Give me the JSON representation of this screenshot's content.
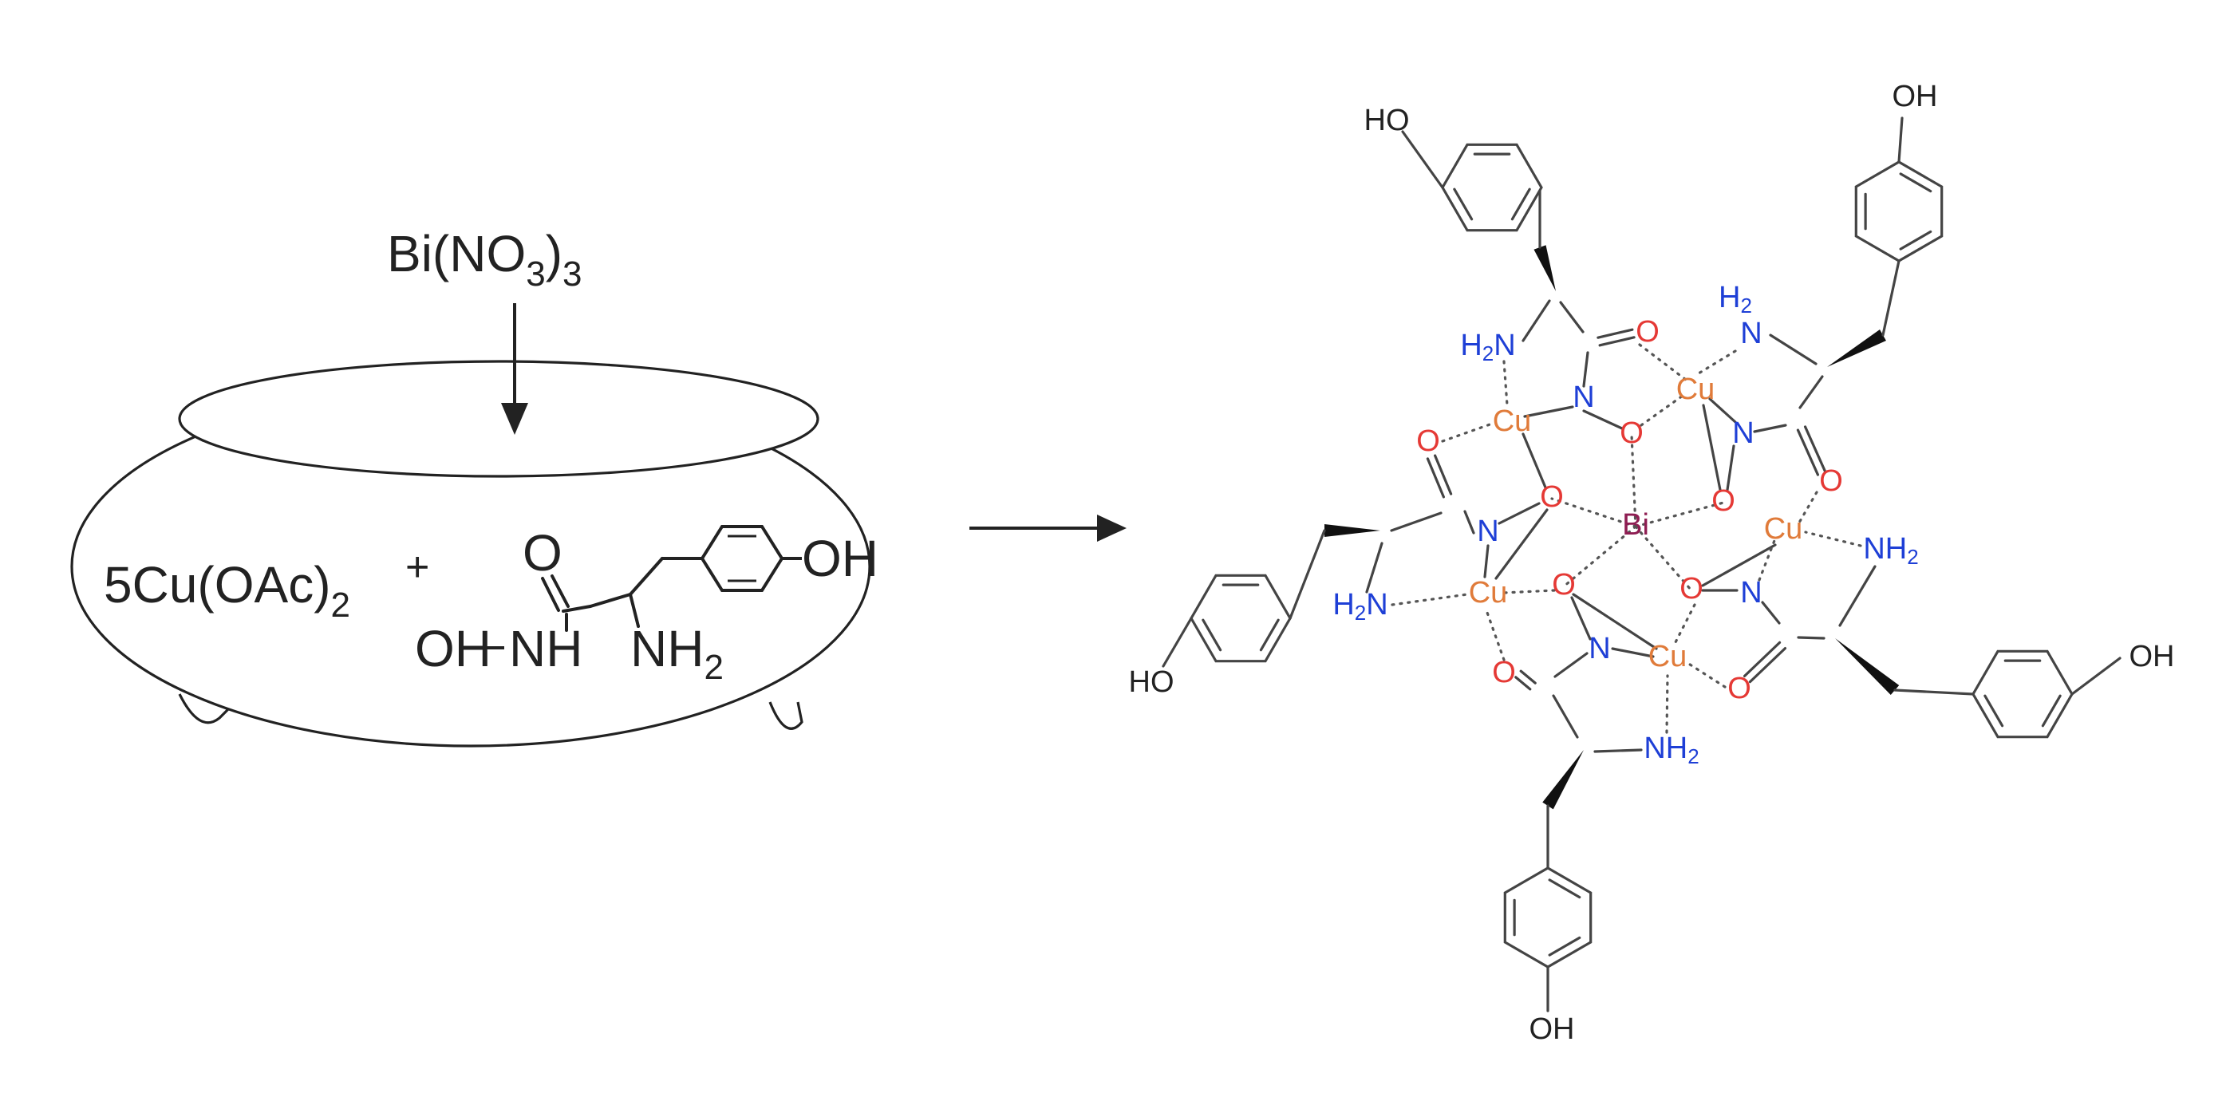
{
  "reagent": {
    "label": "Bi(NO",
    "sub1": "3",
    "close": ")",
    "sub2": "3"
  },
  "pot": {
    "copper_salt": "5Cu(OAc)",
    "copper_sub": "2",
    "plus": "+",
    "ligand": {
      "o": "O",
      "oh": "OH",
      "nh": "NH",
      "nh2": "NH",
      "nh2_sub": "2",
      "phenol": "OH"
    }
  },
  "complex": {
    "center": "Bi",
    "metal": "Cu",
    "oxygen": "O",
    "nitrogen": "N",
    "amine": "NH",
    "amine_h2": "H",
    "amine_sub": "2",
    "amine_n": "N",
    "hydroxyl": "OH",
    "hydroxyl_left": "HO"
  },
  "colors": {
    "copper": "#e07b3a",
    "oxygen": "#e53935",
    "nitrogen": "#1e3fd6",
    "bismuth": "#8e1d52",
    "ink": "#222222"
  }
}
